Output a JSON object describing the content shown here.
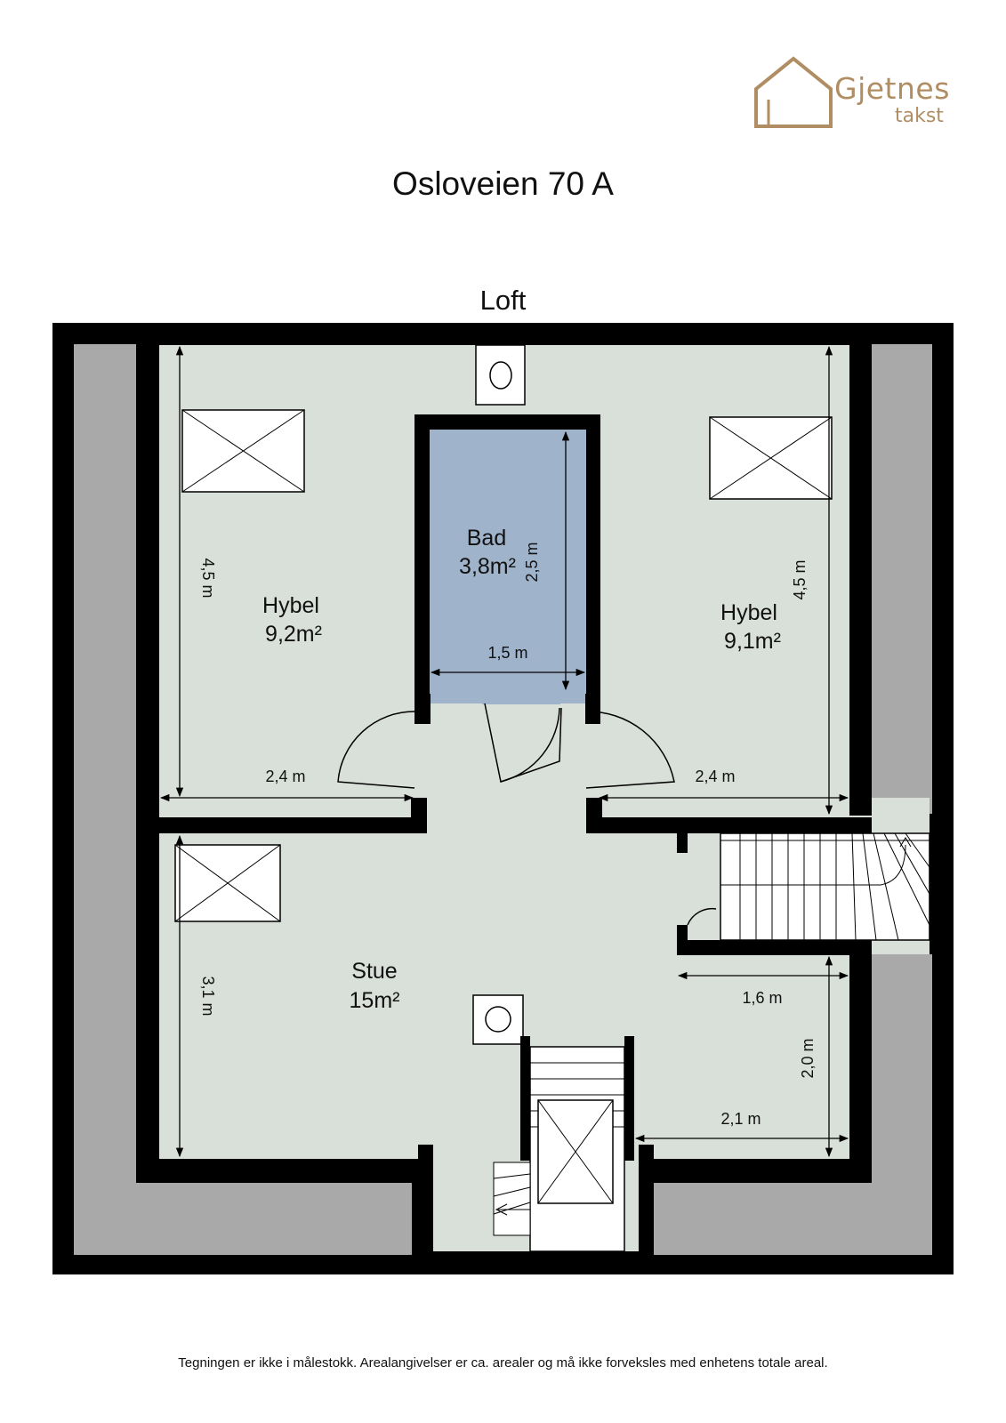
{
  "brand": {
    "name": "Gjetnes",
    "sub": "takst",
    "color": "#b08d63"
  },
  "title": "Osloveien 70 A",
  "floor": "Loft",
  "colors": {
    "floor": "#d9dfd9",
    "bath": "#9fb3cb",
    "wall": "#000000",
    "roof": "#a9a9a9"
  },
  "rooms": {
    "hybel_left": {
      "name": "Hybel",
      "area": "9,2m²"
    },
    "bad": {
      "name": "Bad",
      "area": "3,8m²"
    },
    "hybel_right": {
      "name": "Hybel",
      "area": "9,1m²"
    },
    "stue": {
      "name": "Stue",
      "area": "15m²"
    }
  },
  "dimensions": {
    "hybel_left_height": "4,5 m",
    "hybel_left_width": "2,4 m",
    "bad_height": "2,5 m",
    "bad_width": "1,5 m",
    "hybel_right_height": "4,5 m",
    "hybel_right_width": "2,4 m",
    "stue_height": "3,1 m",
    "hall_width": "1,6 m",
    "hall_height": "2,0 m",
    "corner_width": "2,1 m"
  },
  "disclaimer": "Tegningen er ikke i målestokk. Arealangivelser er ca. arealer og må ikke forveksles med enhetens totale areal."
}
